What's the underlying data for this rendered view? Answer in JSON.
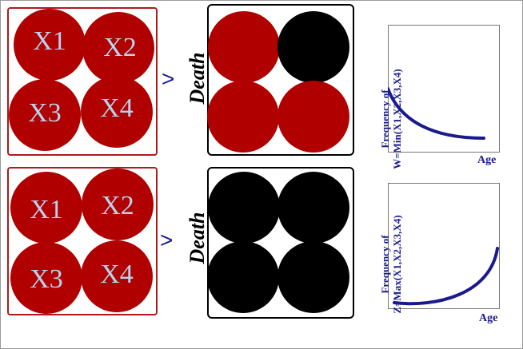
{
  "rows": [
    {
      "items": [
        "X1",
        "X2",
        "X3",
        "X4"
      ],
      "comparator": ">",
      "outcome_label": "Death",
      "outcome_states": [
        "red",
        "black",
        "red",
        "red"
      ],
      "plot": {
        "ylabel_line1": "Frequency of",
        "ylabel_line2": "W=Min(X1,X2,X3,X4)",
        "xlabel": "Age",
        "trend": "decreasing"
      }
    },
    {
      "items": [
        "X1",
        "X2",
        "X3",
        "X4"
      ],
      "comparator": ">",
      "outcome_label": "Death",
      "outcome_states": [
        "black",
        "black",
        "black",
        "black"
      ],
      "plot": {
        "ylabel_line1": "Frequency of",
        "ylabel_line2": "Z=Max(X1,X2,X3,X4)",
        "xlabel": "Age",
        "trend": "increasing"
      }
    }
  ],
  "colors": {
    "alive": "#b00000",
    "dead": "#000000",
    "label_text": "#b9d2ee",
    "accent": "#1a1a8c",
    "group_border": "#b01a1a"
  }
}
